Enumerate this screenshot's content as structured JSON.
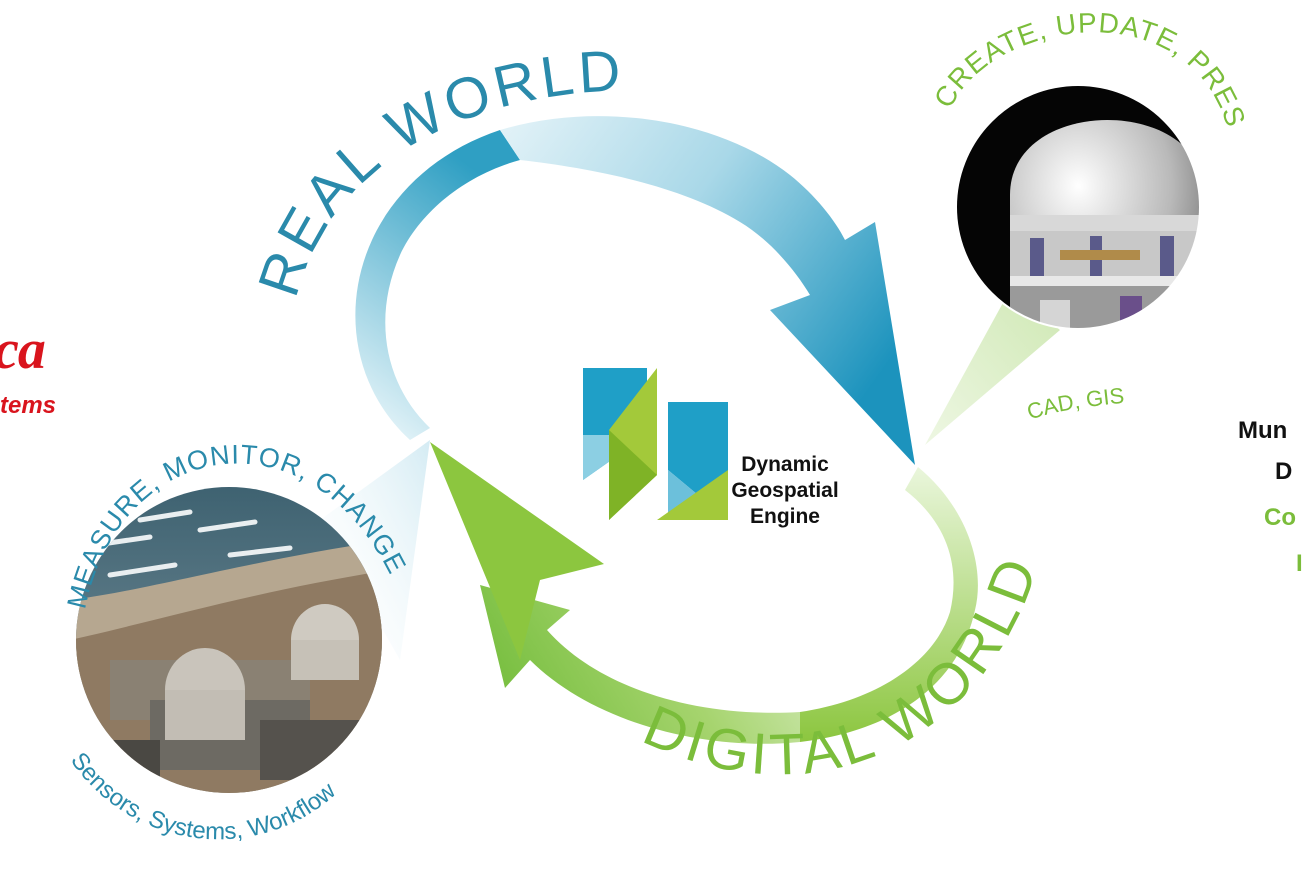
{
  "colors": {
    "blue_arrow": "#2a9cbf",
    "green_arrow": "#8cc63f",
    "brand_red": "#d9141d",
    "label_gray": "#3d8fa8"
  },
  "labels": {
    "real_world": "REAL WORLD",
    "digital_world": "DIGITAL WORLD",
    "measure": "MEASURE, MONITOR, CHANGE",
    "sensors": "Sensors, Systems, Workflow",
    "create": "CREATE, UPDATE, PRESENT",
    "cad_gis": "CAD, GIS"
  },
  "engine": {
    "line1": "Dynamic",
    "line2": "Geospatial",
    "line3": "Engine"
  },
  "brand": {
    "mark": "ca",
    "sub": "tems"
  },
  "right_side": {
    "line1": "Mun",
    "line2": "D",
    "line3": "Co",
    "line4": "I"
  },
  "icons": [
    "hexagon-logo-icon",
    "nuclear-plant-photo",
    "reactor-cad-render"
  ]
}
